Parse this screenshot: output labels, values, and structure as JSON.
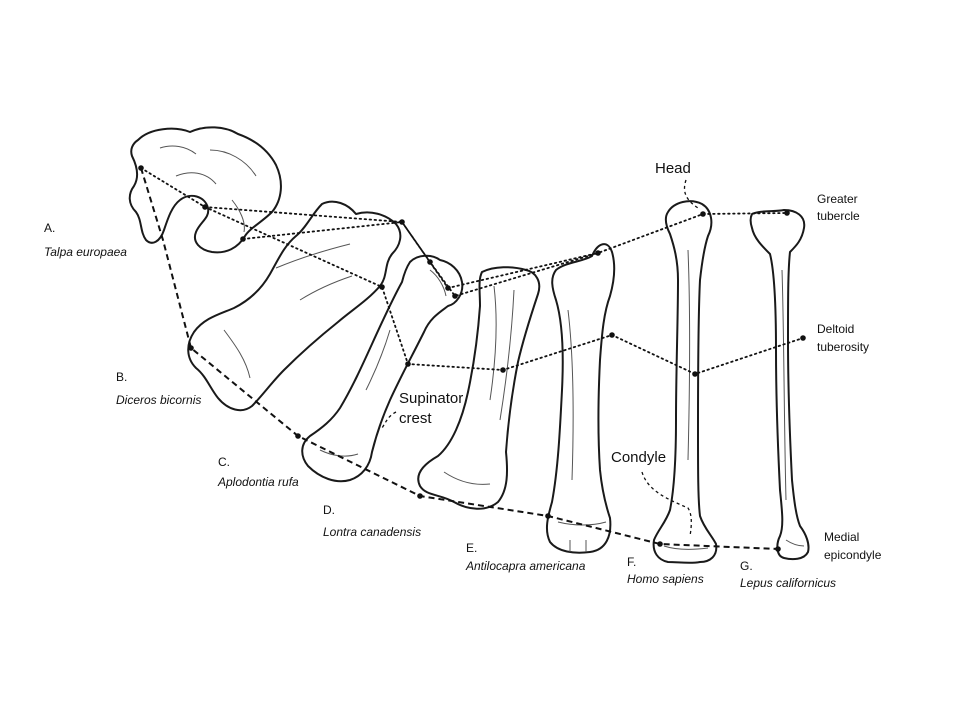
{
  "species": [
    {
      "letter": "A.",
      "name": "Talpa europaea"
    },
    {
      "letter": "B.",
      "name": "Diceros bicornis"
    },
    {
      "letter": "C.",
      "name": "Aplodontia rufa"
    },
    {
      "letter": "D.",
      "name": "Lontra canadensis"
    },
    {
      "letter": "E.",
      "name": "Antilocapra americana"
    },
    {
      "letter": "F.",
      "name": "Homo sapiens"
    },
    {
      "letter": "G.",
      "name": "Lepus californicus"
    }
  ],
  "anatomy": {
    "head": "Head",
    "greater_tubercle_1": "Greater",
    "greater_tubercle_2": "tubercle",
    "deltoid_tuberosity_1": "Deltoid",
    "deltoid_tuberosity_2": "tuberosity",
    "supinator_crest_1": "Supinator",
    "supinator_crest_2": "crest",
    "condyle": "Condyle",
    "medial_epicondyle_1": "Medial",
    "medial_epicondyle_2": "epicondyle"
  },
  "colors": {
    "ink": "#111111",
    "background": "#ffffff"
  }
}
